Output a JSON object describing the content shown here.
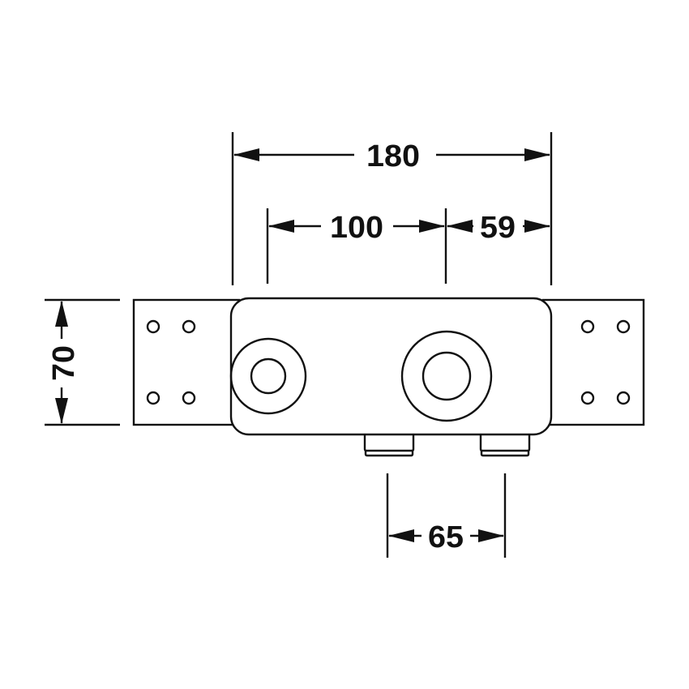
{
  "diagram": {
    "type": "technical-dimension-drawing",
    "subject": "concealed mounting box with side brackets, two outlets and two bottom connections",
    "line_color": "#111111",
    "background": "#ffffff",
    "units": "mm",
    "dimensions": {
      "overall_width": {
        "label": "180",
        "orientation": "horizontal"
      },
      "outlet_spacing": {
        "label": "100",
        "orientation": "horizontal"
      },
      "right_offset": {
        "label": "59",
        "orientation": "horizontal"
      },
      "height": {
        "label": "70",
        "orientation": "vertical"
      },
      "connection_spacing": {
        "label": "65",
        "orientation": "horizontal"
      }
    },
    "components": [
      {
        "name": "left-mounting-bracket",
        "holes": 4
      },
      {
        "name": "main-body",
        "shape": "rounded-rectangle"
      },
      {
        "name": "left-outlet",
        "shape": "concentric-circles"
      },
      {
        "name": "right-outlet",
        "shape": "concentric-circles"
      },
      {
        "name": "right-mounting-bracket",
        "holes": 4
      },
      {
        "name": "bottom-connection-left"
      },
      {
        "name": "bottom-connection-right"
      }
    ]
  }
}
